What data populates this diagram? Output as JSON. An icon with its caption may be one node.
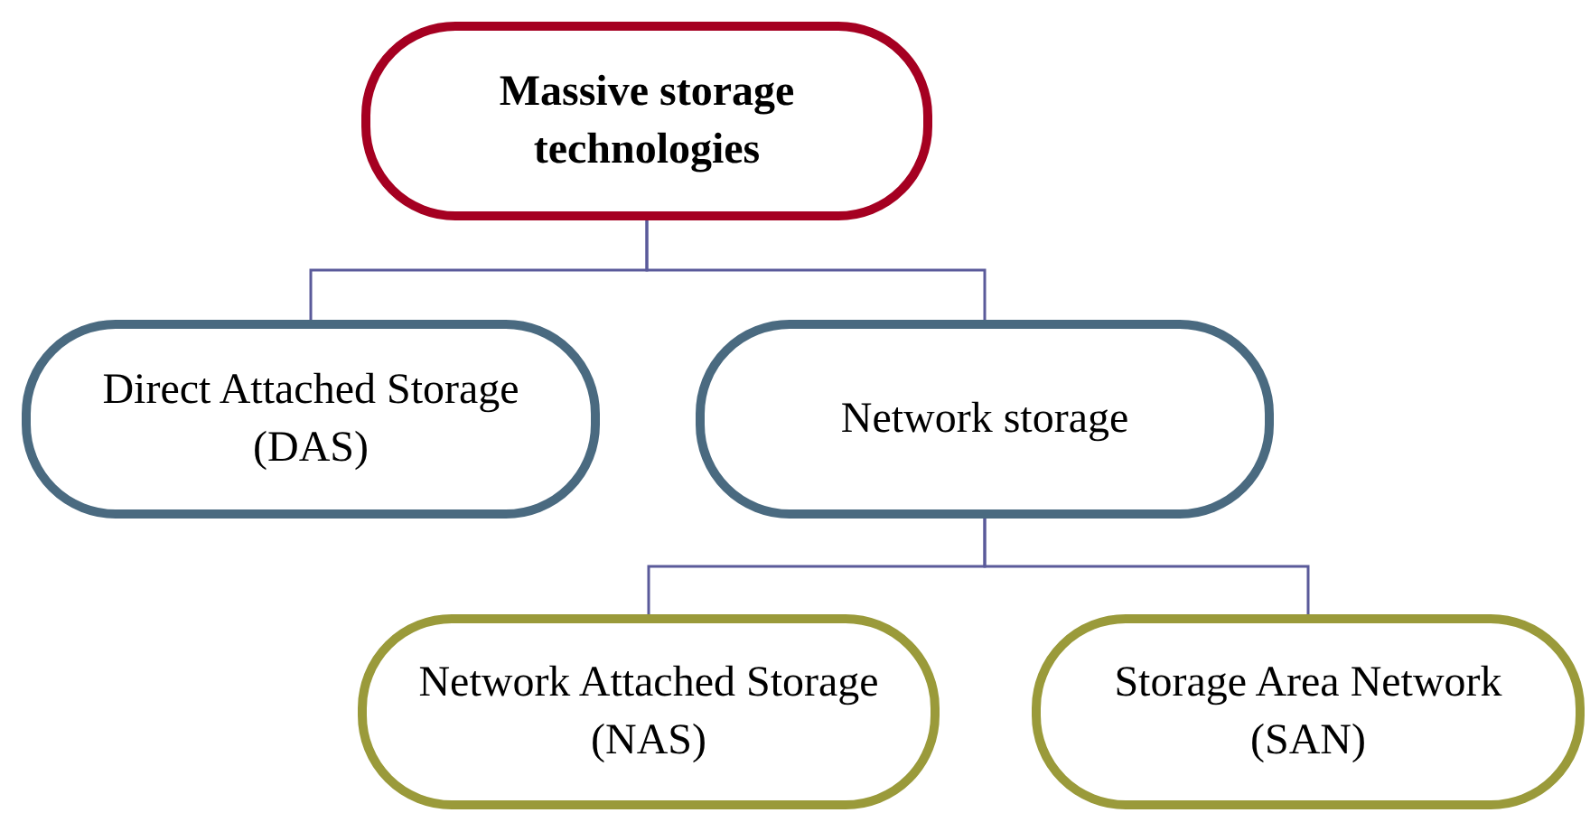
{
  "diagram": {
    "nodes": [
      {
        "text": [
          "Massive storage technologies"
        ]
      },
      {
        "text": [
          "Direct Attached Storage (DAS)"
        ]
      },
      {
        "text": [
          "Network storage"
        ]
      },
      {
        "text": [
          "Network Attached Storage (NAS)"
        ]
      },
      {
        "text": [
          "Storage Area Network (SAN)"
        ]
      }
    ],
    "edges": [
      {
        "from": 0,
        "to": 1,
        "arrow": "none"
      },
      {
        "from": 0,
        "to": 2,
        "arrow": "none"
      },
      {
        "from": 2,
        "to": 3,
        "arrow": "none"
      },
      {
        "from": 2,
        "to": 4,
        "arrow": "none"
      }
    ]
  }
}
